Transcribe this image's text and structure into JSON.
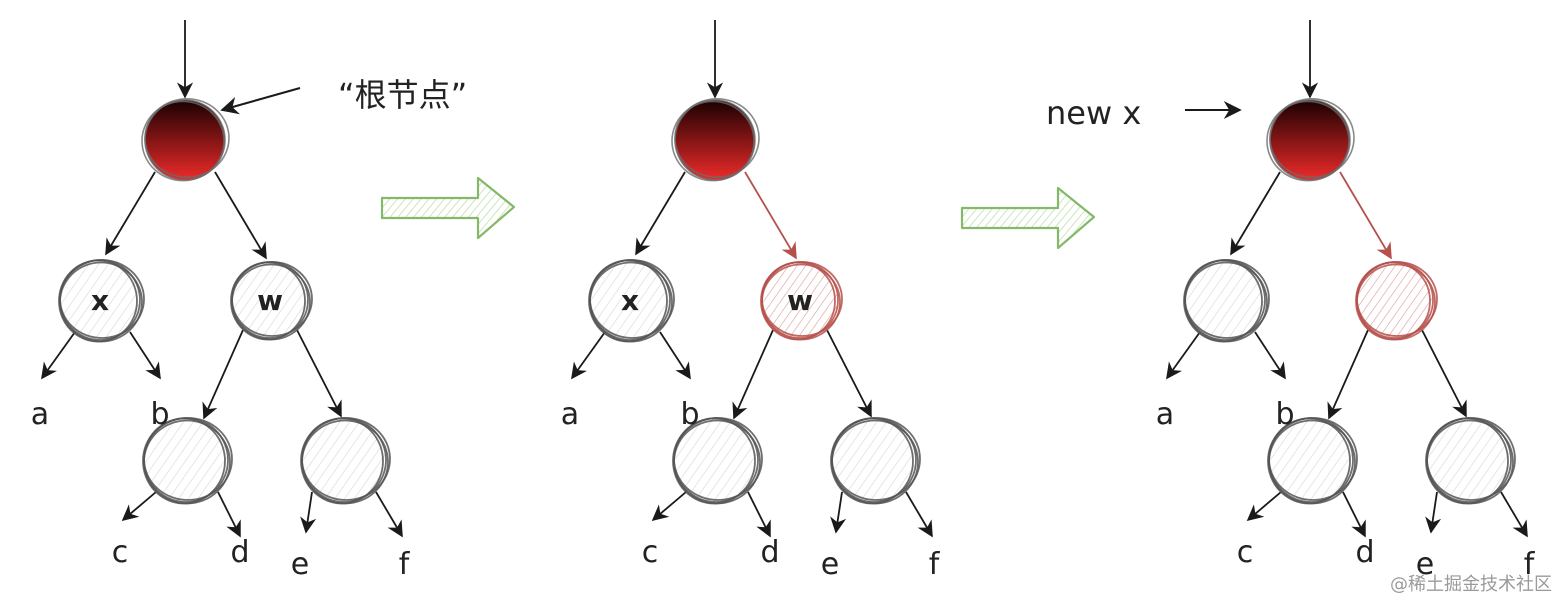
{
  "annotations": {
    "root_label": "“根节点”",
    "new_x_label": "new x"
  },
  "panels": [
    {
      "nodes": [
        {
          "id": "root",
          "label": "",
          "color": "root"
        },
        {
          "id": "x",
          "label": "x",
          "color": "plain"
        },
        {
          "id": "w",
          "label": "w",
          "color": "plain"
        },
        {
          "id": "c",
          "label": "",
          "color": "plain"
        },
        {
          "id": "e",
          "label": "",
          "color": "plain"
        }
      ],
      "leaves": [
        "a",
        "b",
        "c",
        "d",
        "e",
        "f"
      ]
    },
    {
      "nodes": [
        {
          "id": "root",
          "label": "",
          "color": "root"
        },
        {
          "id": "x",
          "label": "x",
          "color": "plain"
        },
        {
          "id": "w",
          "label": "w",
          "color": "red"
        },
        {
          "id": "c",
          "label": "",
          "color": "plain"
        },
        {
          "id": "e",
          "label": "",
          "color": "plain"
        }
      ],
      "leaves": [
        "a",
        "b",
        "c",
        "d",
        "e",
        "f"
      ]
    },
    {
      "nodes": [
        {
          "id": "root",
          "label": "",
          "color": "root"
        },
        {
          "id": "x",
          "label": "",
          "color": "plain"
        },
        {
          "id": "w",
          "label": "",
          "color": "red"
        },
        {
          "id": "c",
          "label": "",
          "color": "plain"
        },
        {
          "id": "e",
          "label": "",
          "color": "plain"
        }
      ],
      "leaves": [
        "a",
        "b",
        "c",
        "d",
        "e",
        "f"
      ]
    }
  ],
  "colors": {
    "edge": "#1a1a1a",
    "red_edge": "#b5504b",
    "node_stroke": "#555555",
    "node_fill": "#f3f3f3",
    "red_stroke": "#b5504b",
    "red_fill": "#f4dede",
    "flow_arrow": "#86b86a",
    "root_top": "#1a0000",
    "root_bottom": "#ee2a2a"
  },
  "watermark": "@稀土掘金技术社区"
}
